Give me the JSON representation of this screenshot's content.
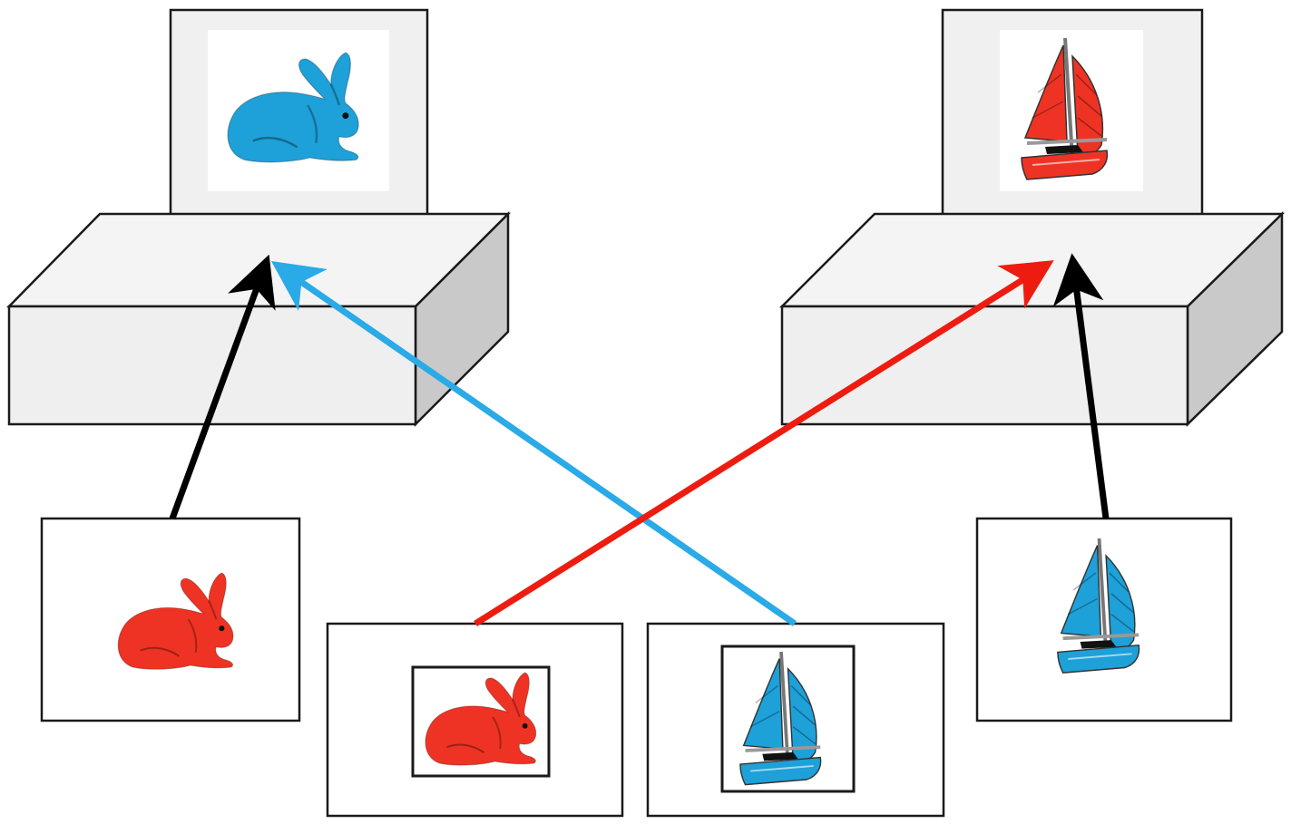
{
  "colors": {
    "background": "#ffffff",
    "outline": "#1a1a1a",
    "tray_top": "#f4f4f4",
    "tray_front": "#efefef",
    "tray_side": "#c9c9c9",
    "target_card_panel": "#f0f0f0",
    "blue_feature": "#1ea0d8",
    "red_feature": "#ee3324",
    "arrow_black": "#000000",
    "arrow_blue": "#2aaae6",
    "arrow_red": "#ee1c10"
  },
  "sorting_trays": [
    {
      "name": "left-tray",
      "target_card": {
        "shape": "rabbit",
        "color": "blue"
      }
    },
    {
      "name": "right-tray",
      "target_card": {
        "shape": "sailboat",
        "color": "red"
      }
    }
  ],
  "test_cards": [
    {
      "name": "card-red-rabbit",
      "shape": "rabbit",
      "color": "red",
      "framed_inner_picture": false
    },
    {
      "name": "card-red-rabbit-framed",
      "shape": "rabbit",
      "color": "red",
      "framed_inner_picture": true
    },
    {
      "name": "card-blue-sailboat-framed",
      "shape": "sailboat",
      "color": "blue",
      "framed_inner_picture": true
    },
    {
      "name": "card-blue-sailboat",
      "shape": "sailboat",
      "color": "blue",
      "framed_inner_picture": false
    }
  ],
  "sorting_arrows": [
    {
      "from": "card-red-rabbit",
      "to": "left-tray",
      "color": "black"
    },
    {
      "from": "card-blue-sailboat-framed",
      "to": "left-tray",
      "color": "blue"
    },
    {
      "from": "card-red-rabbit-framed",
      "to": "right-tray",
      "color": "red"
    },
    {
      "from": "card-blue-sailboat",
      "to": "right-tray",
      "color": "black"
    }
  ],
  "icons": [
    "rabbit-icon",
    "sailboat-icon"
  ]
}
